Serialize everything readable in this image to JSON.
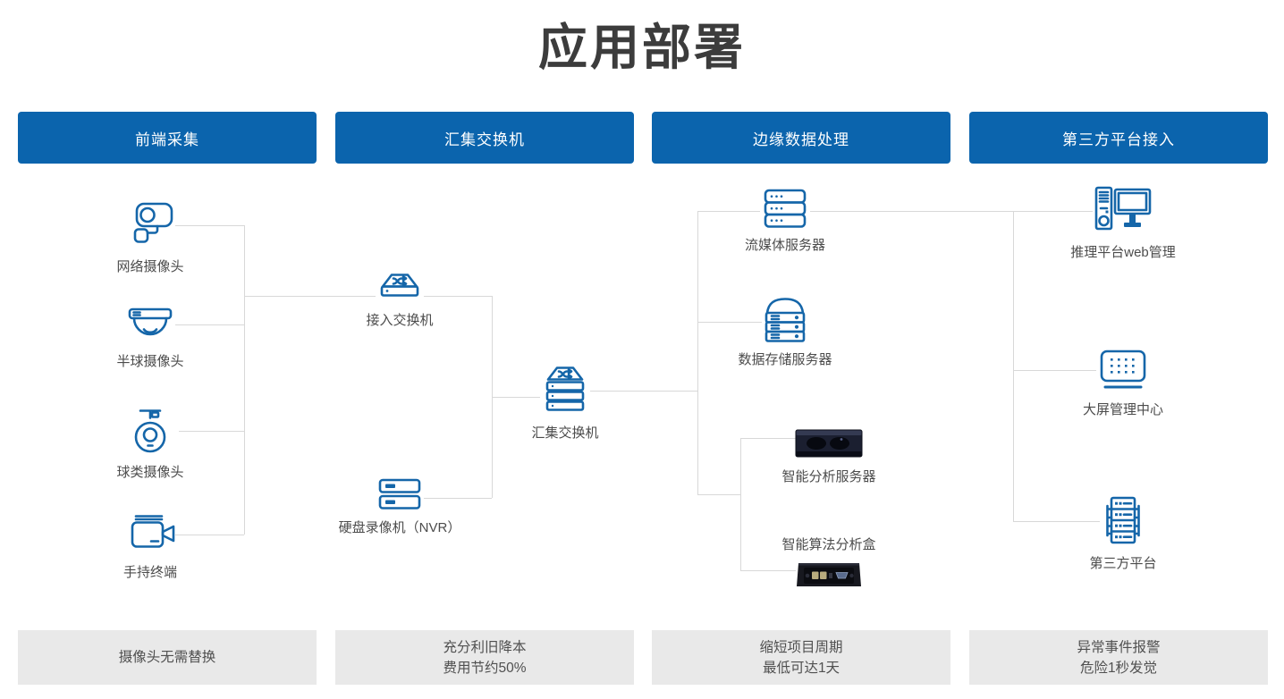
{
  "title": "应用部署",
  "headers": [
    {
      "label": "前端采集"
    },
    {
      "label": "汇集交换机"
    },
    {
      "label": "边缘数据处理"
    },
    {
      "label": "第三方平台接入"
    }
  ],
  "nodes": {
    "network_camera": {
      "label": "网络摄像头",
      "icon": "bullet-camera-icon"
    },
    "dome_camera": {
      "label": "半球摄像头",
      "icon": "dome-camera-icon"
    },
    "ball_camera": {
      "label": "球类摄像头",
      "icon": "ball-camera-icon"
    },
    "handheld_terminal": {
      "label": "手持终端",
      "icon": "handheld-camera-icon"
    },
    "access_switch": {
      "label": "接入交换机",
      "icon": "switch-icon"
    },
    "nvr": {
      "label": "硬盘录像机（NVR）",
      "icon": "nvr-icon"
    },
    "aggregation_switch": {
      "label": "汇集交换机",
      "icon": "stacked-switch-icon"
    },
    "media_server": {
      "label": "流媒体服务器",
      "icon": "server-icon"
    },
    "storage_server": {
      "label": "数据存储服务器",
      "icon": "storage-server-icon"
    },
    "analysis_server": {
      "label": "智能分析服务器",
      "icon": "rack-server-photo"
    },
    "analysis_box": {
      "label": "智能算法分析盒",
      "icon": "edge-box-photo"
    },
    "web_management": {
      "label": "推理平台web管理",
      "icon": "desktop-computer-icon"
    },
    "big_screen": {
      "label": "大屏管理中心",
      "icon": "led-screen-icon"
    },
    "third_party_platform": {
      "label": "第三方平台",
      "icon": "server-rack-icon"
    }
  },
  "benefits": [
    {
      "lines": [
        "摄像头无需替换"
      ]
    },
    {
      "lines": [
        "充分利旧降本",
        "费用节约50%"
      ]
    },
    {
      "lines": [
        "缩短项目周期",
        "最低可达1天"
      ]
    },
    {
      "lines": [
        "异常事件报警",
        "危险1秒发觉"
      ]
    }
  ],
  "colors": {
    "header_blue": "#0b64ad",
    "icon_blue": "#1566a9",
    "line_gray": "#d8d8d8",
    "benefit_bg": "#e9e9e9",
    "title_text": "#3c3c3c",
    "label_text": "#4c4c4c"
  }
}
